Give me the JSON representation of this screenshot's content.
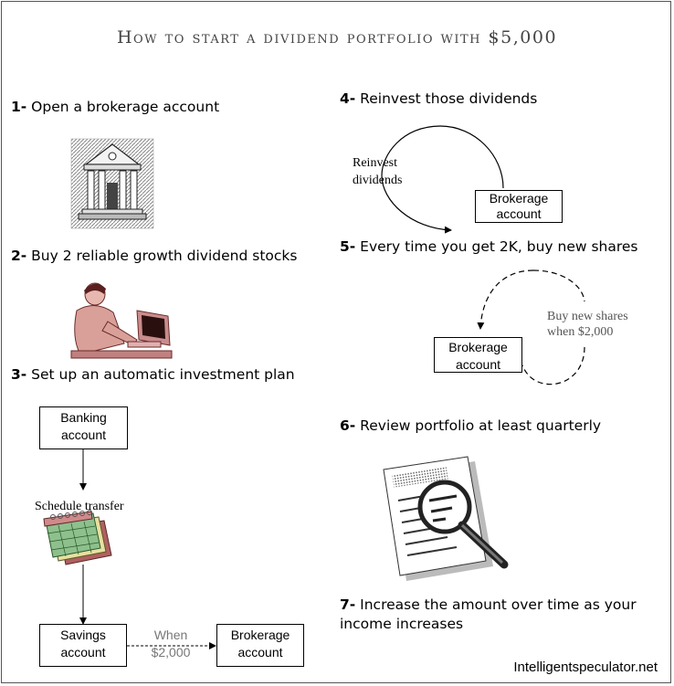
{
  "title": "How to start a dividend portfolio with $5,000",
  "steps": [
    {
      "num": "1-",
      "text": "Open a brokerage account"
    },
    {
      "num": "2-",
      "text": "Buy 2 reliable growth dividend stocks"
    },
    {
      "num": "3-",
      "text": "Set up an automatic investment plan"
    },
    {
      "num": "4-",
      "text": "Reinvest those dividends"
    },
    {
      "num": "5-",
      "text": "Every time you get 2K, buy new shares"
    },
    {
      "num": "6-",
      "text": "Review portfolio at least quarterly"
    },
    {
      "num": "7-",
      "text": "Increase the amount over time as your",
      "text2": "income increases"
    }
  ],
  "flow3": {
    "banking": [
      "Banking",
      "account"
    ],
    "schedule": "Schedule transfer",
    "savings": [
      "Savings",
      "account"
    ],
    "when": [
      "When",
      "$2,000"
    ],
    "brokerage": [
      "Brokerage",
      "account"
    ]
  },
  "flow4": {
    "label": [
      "Reinvest",
      "dividends"
    ],
    "brokerage": [
      "Brokerage",
      "account"
    ]
  },
  "flow5": {
    "label": [
      "Buy new shares",
      "when $2,000"
    ],
    "brokerage": [
      "Brokerage",
      "account"
    ]
  },
  "footer": "Intelligentspeculator.net"
}
